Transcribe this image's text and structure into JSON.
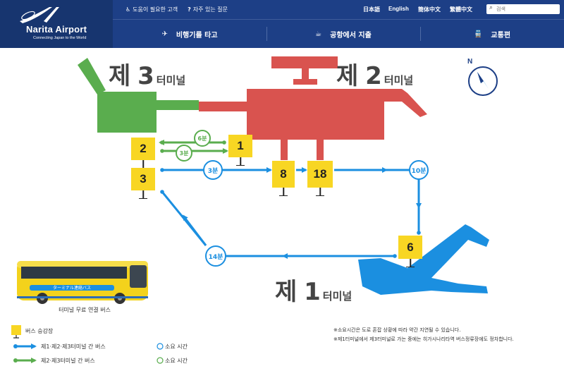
{
  "brand": {
    "name": "Narita Airport",
    "tagline": "Connecting Japan to the World",
    "color": "#1d3f86"
  },
  "util_links": [
    {
      "icon": "accessibility-icon",
      "label": "도움이 필요한 고객"
    },
    {
      "icon": "question-icon",
      "label": "자주 있는 질문"
    }
  ],
  "languages": [
    "日本語",
    "English",
    "簡体中文",
    "繁體中文"
  ],
  "search": {
    "placeholder": "검색"
  },
  "nav": [
    {
      "icon": "airplane-icon",
      "label": "비행기를 타고"
    },
    {
      "icon": "shopping-icon",
      "label": "공항에서 지출"
    },
    {
      "icon": "train-icon",
      "label": "교통편"
    }
  ],
  "terminals": {
    "t1": {
      "num": "제 1",
      "suffix": "터미널",
      "color": "#1b8fe0"
    },
    "t2": {
      "num": "제 2",
      "suffix": "터미널",
      "color": "#d9534f"
    },
    "t3": {
      "num": "제 3",
      "suffix": "터미널",
      "color": "#5aad4e"
    }
  },
  "stops": [
    "1",
    "2",
    "3",
    "8",
    "18",
    "6"
  ],
  "times": {
    "green_upper": "6분",
    "green_lower": "3분",
    "blue_t3_t2": "3분",
    "blue_t2_t1": "10분",
    "blue_t1_t3": "14분"
  },
  "compass": "N",
  "bus_caption": "터미널 무료 연결 버스",
  "bus_sign": "ターミナル連絡バス",
  "legend": {
    "stop": "버스 승강장",
    "blue_route": "제1·제2·제3터미널 간 버스",
    "green_route": "제2·제3터미널 간 버스",
    "time": "소요 시간"
  },
  "notes": [
    "※소요시간은 도로 혼잡 상황에 따라 약간 지연될 수 있습니다.",
    "※제1터미널에서 제3터미널로 가는 중에는 히가시나리타역 버스정류장에도 정차합니다."
  ]
}
